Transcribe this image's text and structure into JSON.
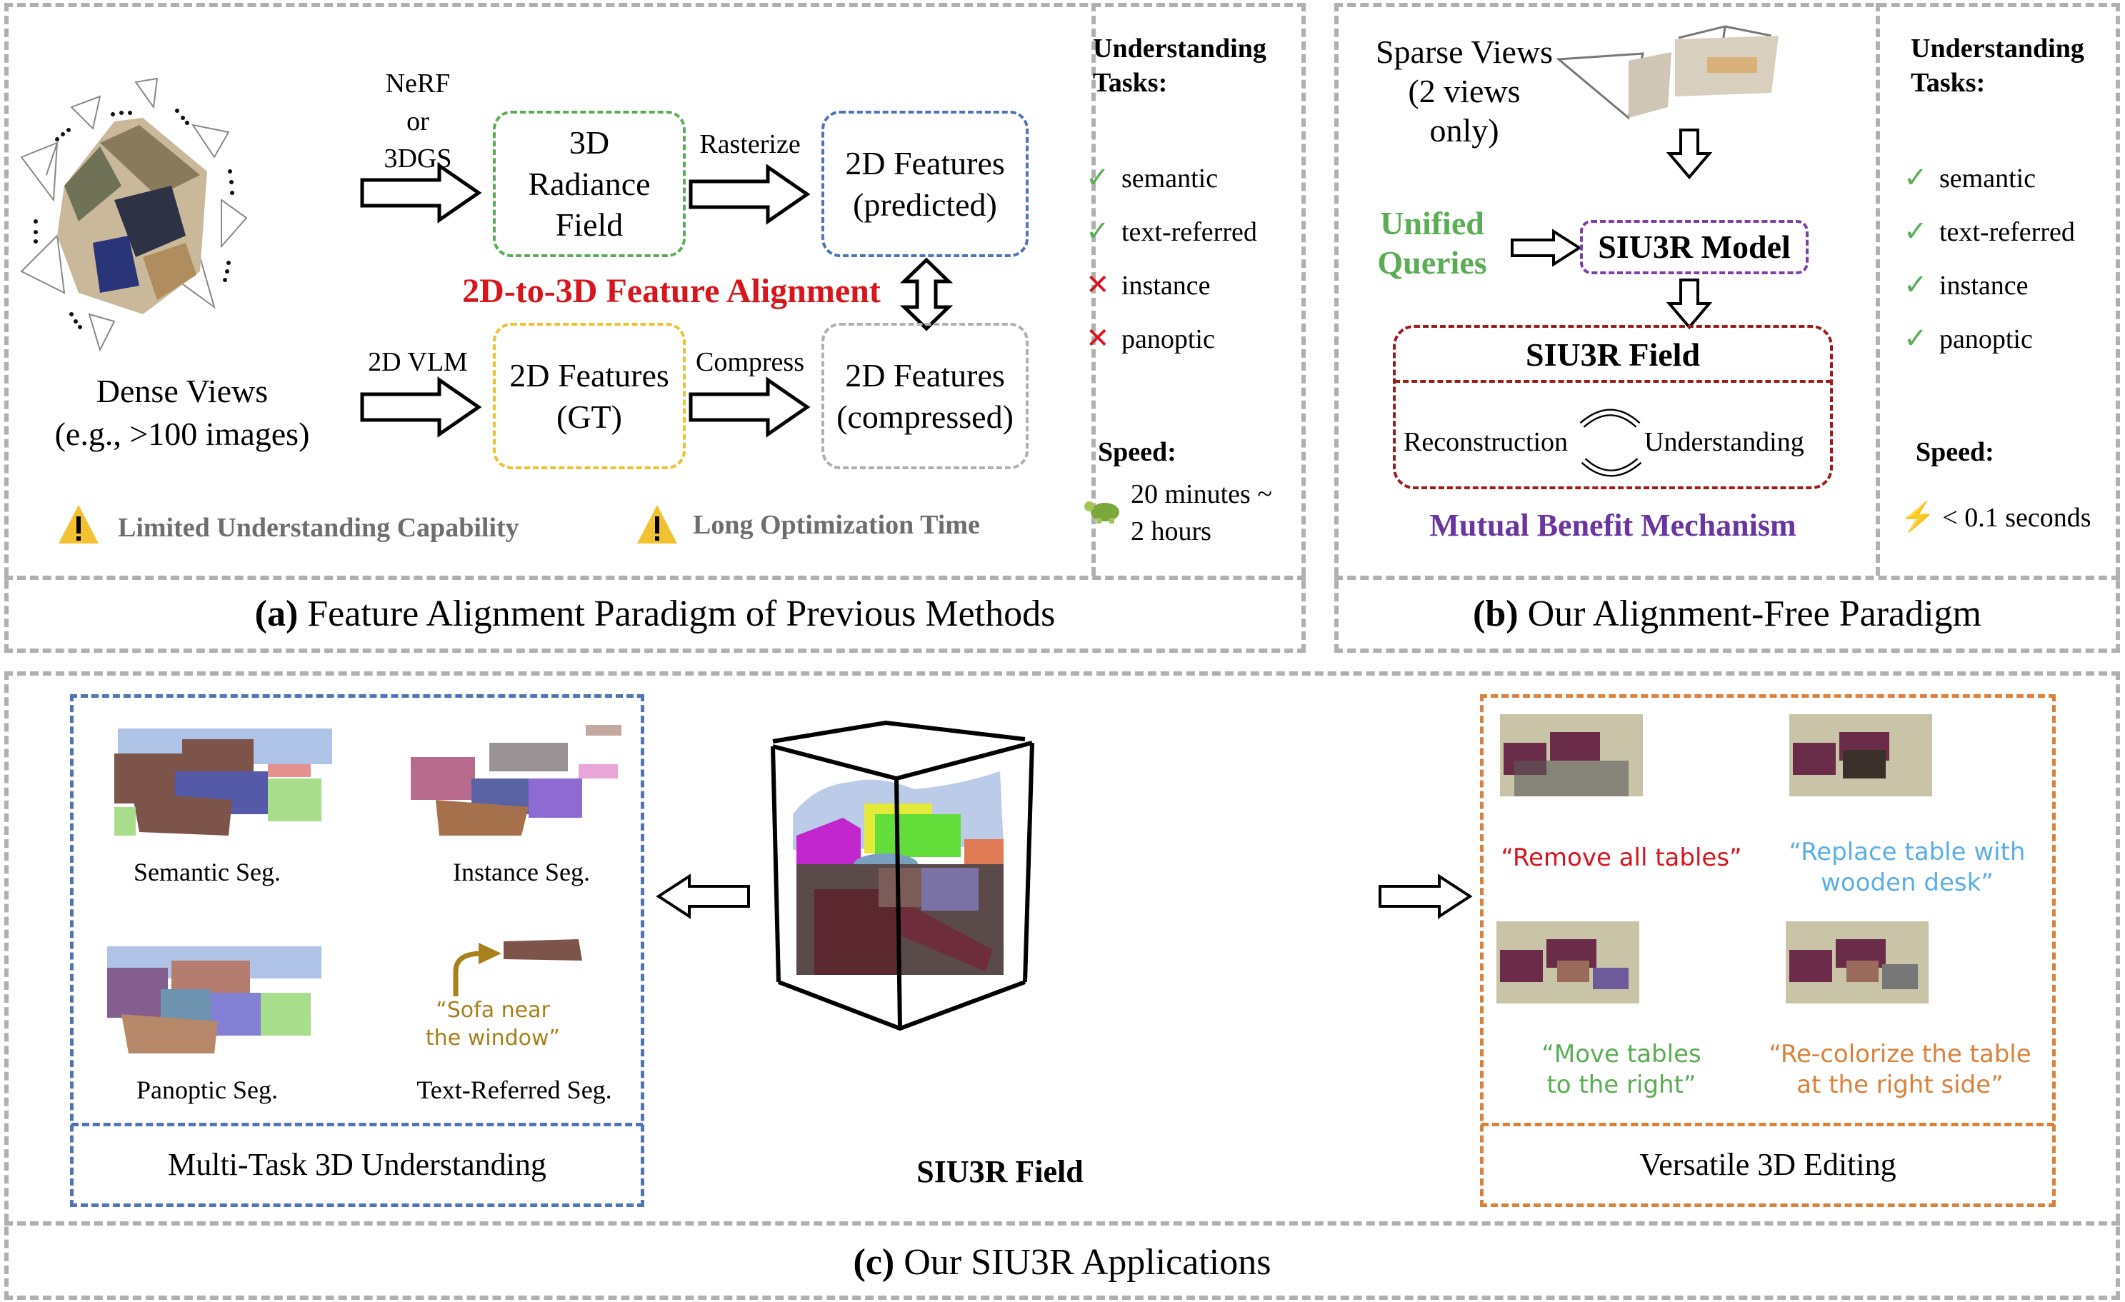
{
  "panel_a": {
    "caption_letter": "(a)",
    "caption_text": " Feature Alignment Paradigm of Previous Methods",
    "dense_views_title": "Dense Views",
    "dense_views_sub": "(e.g., >100 images)",
    "arrow_top_label_1": "NeRF",
    "arrow_top_label_2": "or",
    "arrow_top_label_3": "3DGS",
    "radiance_box": [
      "3D",
      "Radiance",
      "Field"
    ],
    "rasterize_label": "Rasterize",
    "pred_box": [
      "2D Features",
      "(predicted)"
    ],
    "alignment_label": "2D-to-3D Feature Alignment",
    "vlm_label": "2D VLM",
    "gt_box": [
      "2D Features",
      "(GT)"
    ],
    "compress_label": "Compress",
    "compressed_box": [
      "2D Features",
      "(compressed)"
    ],
    "warning_1": "Limited Understanding Capability",
    "warning_2": "Long Optimization Time",
    "tasks_title_1": "Understanding",
    "tasks_title_2": "Tasks:",
    "tasks": [
      {
        "label": "semantic",
        "supported": true
      },
      {
        "label": "text-referred",
        "supported": true
      },
      {
        "label": "instance",
        "supported": false
      },
      {
        "label": "panoptic",
        "supported": false
      }
    ],
    "speed_title": "Speed:",
    "speed_icon": "turtle-icon",
    "speed_value_1": "20 minutes ~",
    "speed_value_2": "2 hours"
  },
  "panel_b": {
    "caption_letter": "(b)",
    "caption_text": " Our Alignment-Free Paradigm",
    "sparse_views": [
      "Sparse Views",
      "(2 views",
      "only)"
    ],
    "unified_queries": [
      "Unified",
      "Queries"
    ],
    "model_box": "SIU3R Model",
    "field_title": "SIU3R Field",
    "reconstruction": "Reconstruction",
    "understanding": "Understanding",
    "mechanism": "Mutual Benefit Mechanism",
    "tasks_title_1": "Understanding",
    "tasks_title_2": "Tasks:",
    "tasks": [
      {
        "label": "semantic",
        "supported": true
      },
      {
        "label": "text-referred",
        "supported": true
      },
      {
        "label": "instance",
        "supported": true
      },
      {
        "label": "panoptic",
        "supported": true
      }
    ],
    "speed_title": "Speed:",
    "speed_icon": "lightning-icon",
    "speed_value": "< 0.1 seconds"
  },
  "panel_c": {
    "caption_letter": "(c)",
    "caption_text": " Our SIU3R Applications",
    "understanding_box_title": "Multi-Task 3D Understanding",
    "seg_labels": [
      "Semantic Seg.",
      "Instance Seg.",
      "Panoptic Seg.",
      "Text-Referred Seg."
    ],
    "text_query": [
      "“Sofa near",
      "the window”"
    ],
    "center_label": "SIU3R Field",
    "editing_box_title": "Versatile 3D Editing",
    "edit_queries": [
      {
        "lines": [
          "“Remove all tables”"
        ],
        "color": "#d8141c"
      },
      {
        "lines": [
          "“Replace table with",
          "wooden desk”"
        ],
        "color": "#5aaee8"
      },
      {
        "lines": [
          "“Move tables",
          "to the right”"
        ],
        "color": "#5aad54"
      },
      {
        "lines": [
          "“Re-colorize the table",
          "at the right side”"
        ],
        "color": "#d9823b"
      }
    ]
  },
  "colors": {
    "green_box": "#5aad54",
    "blue_box": "#4f74b8",
    "yellow_box": "#f0c030",
    "gray_box": "#b0b0b0",
    "purple_box": "#7b3fa8",
    "dark_red_box": "#a01a1a",
    "orange_box": "#d9823b",
    "alignment_red": "#d8141c",
    "mechanism_purple": "#6a35a0",
    "query_gold": "#a8801c"
  }
}
